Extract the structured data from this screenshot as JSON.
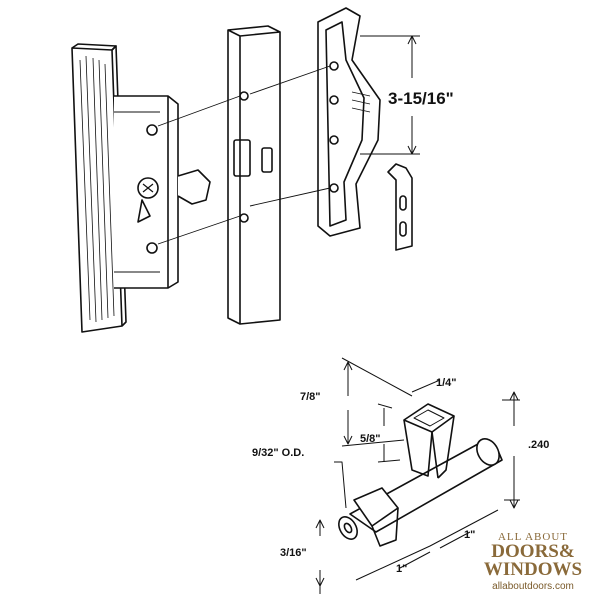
{
  "dimensions": {
    "handle_hole_spacing": "3-15/16\"",
    "pin_height": "7/8\"",
    "pin_width": "1/4\"",
    "pin_depth": "5/8\"",
    "body_diameter": ".240",
    "tube_od": "9/32\" O.D.",
    "tip_length": "3/16\"",
    "length_a": "1\"",
    "length_b": "1\""
  },
  "logo": {
    "line1": "ALL ABOUT",
    "line2": "DOORS&",
    "line3": "WINDOWS",
    "url": "allaboutdoors.com"
  },
  "colors": {
    "stroke": "#111111",
    "logo": "#8a6a3a"
  }
}
